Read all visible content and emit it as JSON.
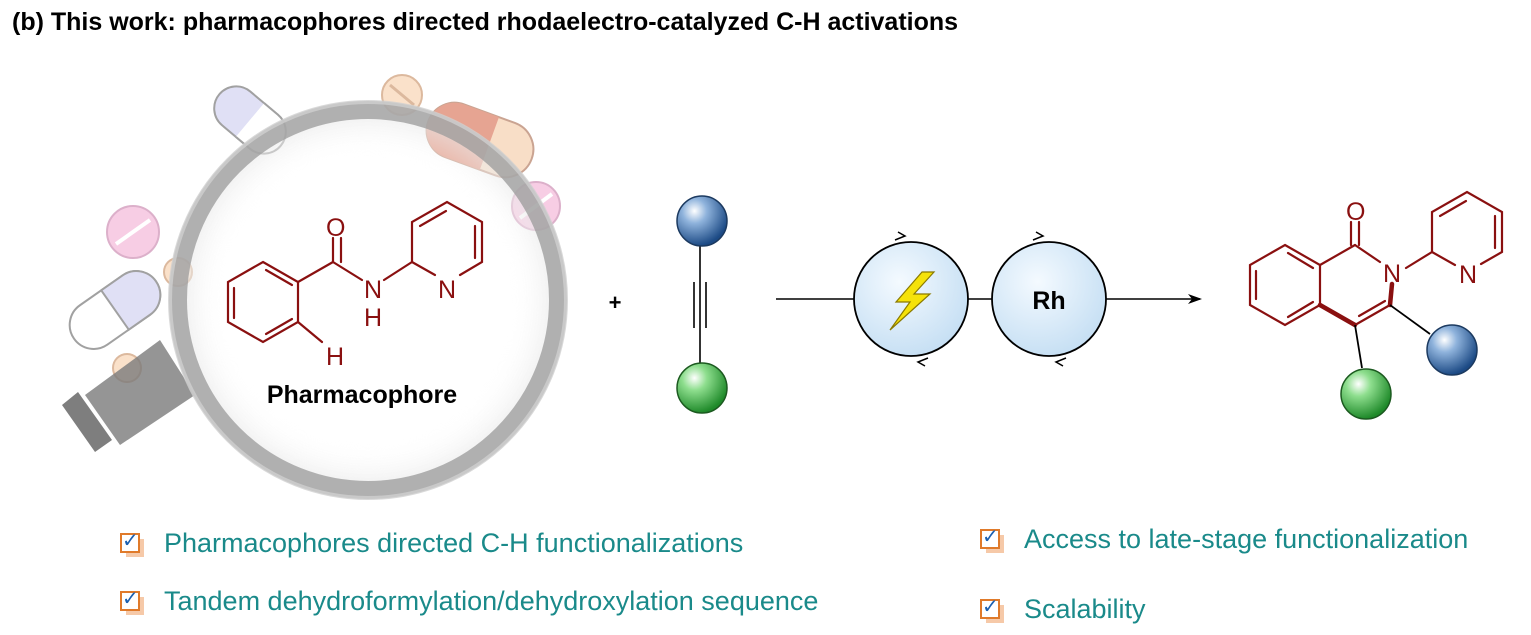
{
  "title": "(b)  This work: pharmacophores directed rhodaelectro-catalyzed C-H activations",
  "scheme": {
    "substrate_label": "Pharmacophore",
    "plus": "+",
    "catalyst_label": "Rh",
    "atoms": {
      "oxygen": "O",
      "amide_n": "N",
      "amide_h": "H",
      "pyridine_n": "N",
      "ortho_h": "H",
      "product_oxygen": "O",
      "product_n": "N",
      "product_pyridine_n": "N"
    }
  },
  "features": [
    {
      "label": "Pharmacophores directed C-H functionalizations"
    },
    {
      "label": "Tandem dehydroformylation/dehydroxylation sequence"
    },
    {
      "label": "Access to late-stage functionalization"
    },
    {
      "label": "Scalability"
    }
  ],
  "colors": {
    "title": "#000000",
    "chemistry": "#8a1010",
    "feature_text": "#1a8a8a",
    "blue_ball": "#2a5a96",
    "green_ball": "#2a9a2a",
    "cycle_fill": "#cfe6f7"
  }
}
